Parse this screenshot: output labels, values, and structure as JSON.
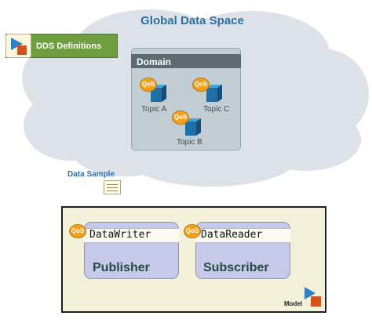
{
  "cloud": {
    "title": "Global Data Space"
  },
  "dds_definitions": {
    "label": "DDS Definitions",
    "icon": "dds-definitions-icon"
  },
  "domain": {
    "label": "Domain",
    "topics": [
      {
        "qos": "QoS",
        "label": "Topic A"
      },
      {
        "qos": "QoS",
        "label": "Topic C"
      },
      {
        "qos": "QoS",
        "label": "Topic B"
      }
    ]
  },
  "data_sample": {
    "label": "Data Sample",
    "icon": "data-sample-icon"
  },
  "components": [
    {
      "qos": "QoS",
      "entity": "DataWriter",
      "name": "Publisher"
    },
    {
      "qos": "QoS",
      "entity": "DataReader",
      "name": "Subscriber"
    }
  ],
  "model": {
    "label": "Model",
    "icon": "model-icon"
  },
  "colors": {
    "cloud": "#dde2e9",
    "dds_box": "#6f9e40",
    "domain_header": "#5e6a72",
    "qos": "#f2a11d",
    "component": "#c5c9ea",
    "frame": "#f3f1da",
    "title": "#2f6f9f"
  }
}
